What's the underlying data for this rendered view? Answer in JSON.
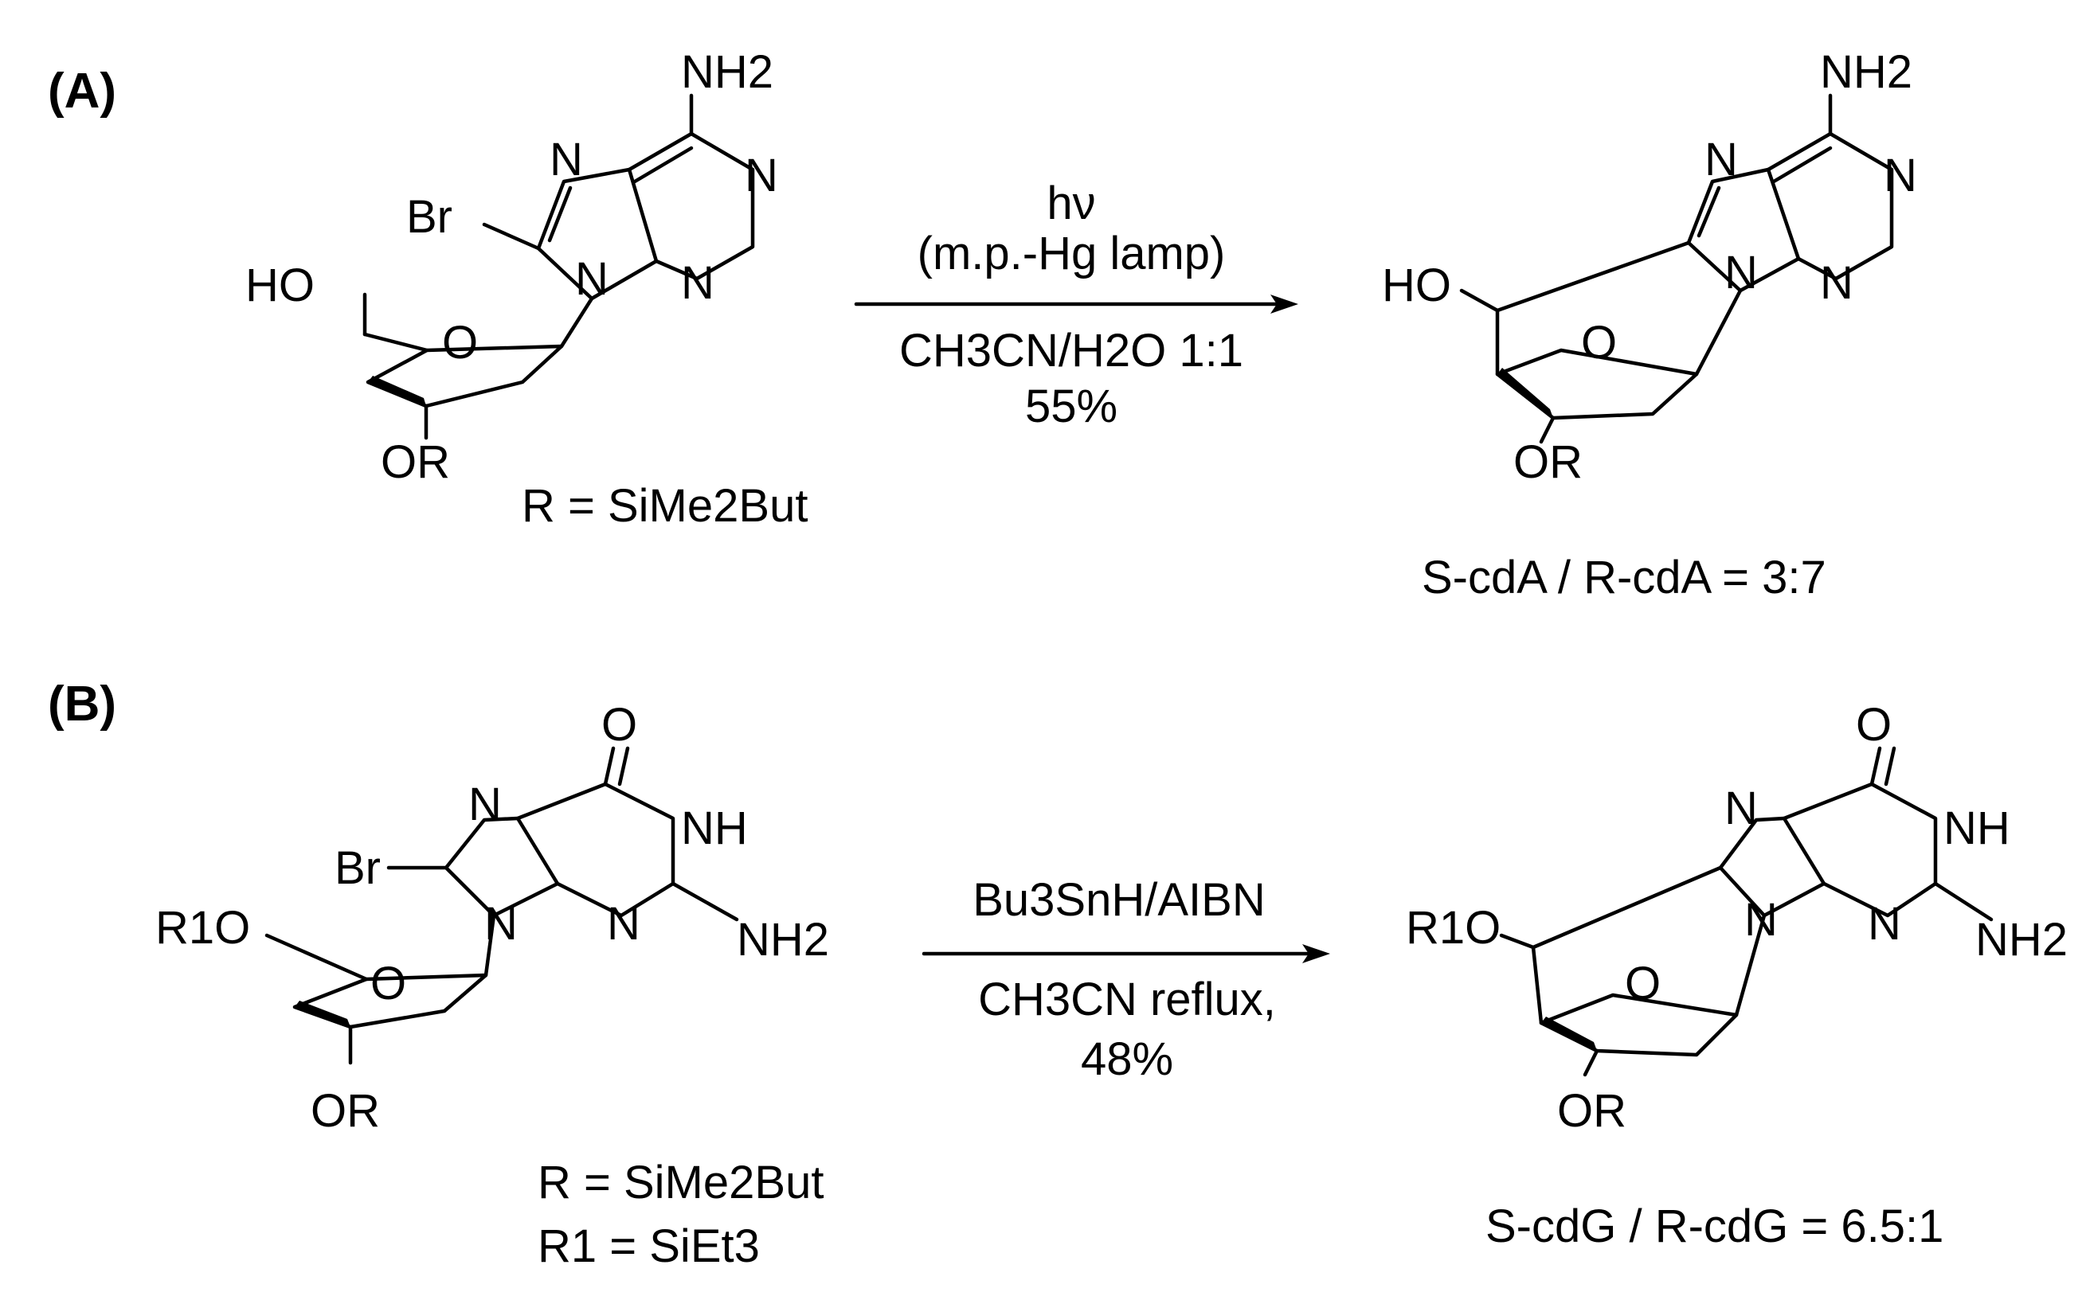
{
  "panels": {
    "a": {
      "label": "(A)",
      "reactant": {
        "nh2": "NH2",
        "n_atoms": [
          "N",
          "N",
          "N",
          "N"
        ],
        "br": "Br",
        "ho": "HO",
        "ring_o": "O",
        "or": "OR",
        "r_def": "R = SiMe2But"
      },
      "conditions": {
        "line1": "hν",
        "line2": "(m.p.-Hg lamp)",
        "line3": "CH3CN/H2O 1:1",
        "yield": "55%"
      },
      "product": {
        "nh2": "NH2",
        "ho": "HO",
        "ring_o": "O",
        "or": "OR",
        "ratio": "S-cdA / R-cdA = 3:7"
      }
    },
    "b": {
      "label": "(B)",
      "reactant": {
        "carbonyl_o": "O",
        "nh": "NH",
        "nh2": "NH2",
        "br": "Br",
        "r1o": "R1O",
        "ring_o": "O",
        "or": "OR",
        "r_def": "R = SiMe2But",
        "r1_def": "R1 = SiEt3"
      },
      "conditions": {
        "line1": "Bu3SnH/AIBN",
        "line2": "CH3CN reflux,",
        "yield": "48%"
      },
      "product": {
        "carbonyl_o": "O",
        "nh": "NH",
        "nh2": "NH2",
        "r1o": "R1O",
        "ring_o": "O",
        "or": "OR",
        "ratio": "S-cdG / R-cdG = 6.5:1"
      }
    }
  }
}
